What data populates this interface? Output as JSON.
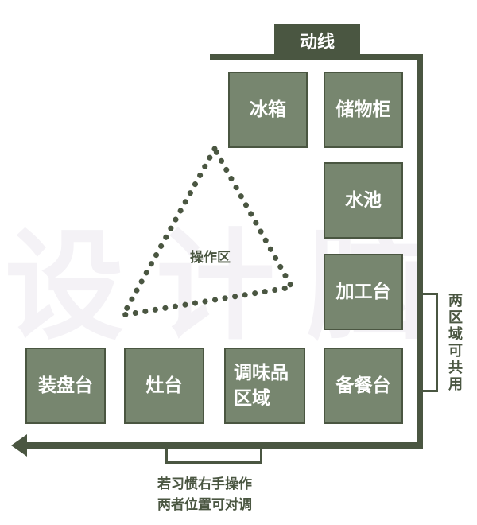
{
  "watermark": "设计脑",
  "header": {
    "title": "动线"
  },
  "zones": {
    "fridge": "冰箱",
    "storage_cabinet": "储物柜",
    "sink": "水池",
    "prep_counter": "加工台",
    "serving_prep_counter": "备餐台",
    "plating_counter": "装盘台",
    "stove": "灶台",
    "seasoning_area_line1": "调味品",
    "seasoning_area_line2": "区域"
  },
  "operation_area": {
    "label": "操作区"
  },
  "notes": {
    "shared_area": "两区域可共用",
    "right_hand_line1": "若习惯右手操作",
    "right_hand_line2": "两者位置可对调"
  },
  "colors": {
    "line": "#4a5641",
    "box_fill": "#77866f",
    "box_text": "#ffffff",
    "watermark": "#f4f2f6"
  }
}
